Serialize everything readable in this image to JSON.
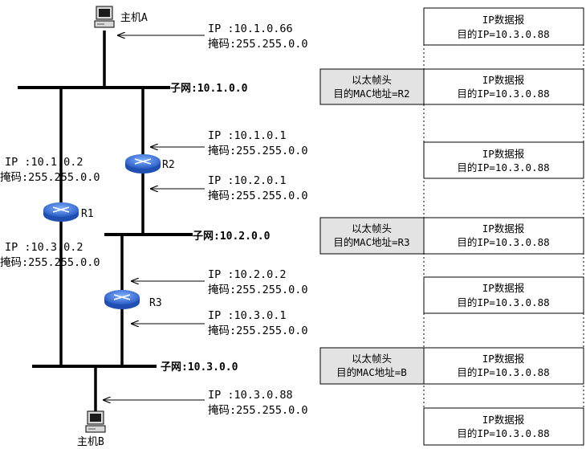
{
  "hosts": {
    "a": {
      "label": "主机A"
    },
    "b": {
      "label": "主机B"
    }
  },
  "routers": {
    "r1": {
      "label": "R1"
    },
    "r2": {
      "label": "R2"
    },
    "r3": {
      "label": "R3"
    }
  },
  "subnets": {
    "s1": "子网:10.1.0.0",
    "s2": "子网:10.2.0.0",
    "s3": "子网:10.3.0.0"
  },
  "interfaces": {
    "host_a": {
      "ip": "IP   :10.1.0.66",
      "mask": "掩码:255.255.0.0"
    },
    "r2_s1": {
      "ip": "IP   :10.1.0.1",
      "mask": "掩码:255.255.0.0"
    },
    "r2_s2": {
      "ip": "IP   :10.2.0.1",
      "mask": "掩码:255.255.0.0"
    },
    "r1_s1": {
      "ip": "IP   :10.1.0.2",
      "mask": "掩码:255.255.0.0"
    },
    "r1_s3": {
      "ip": "IP   :10.3.0.2",
      "mask": "掩码:255.255.0.0"
    },
    "r3_s2": {
      "ip": "IP   :10.2.0.2",
      "mask": "掩码:255.255.0.0"
    },
    "r3_s3": {
      "ip": "IP   :10.3.0.1",
      "mask": "掩码:255.255.0.0"
    },
    "host_b": {
      "ip": "IP   :10.3.0.88",
      "mask": "掩码:255.255.0.0"
    }
  },
  "packets": {
    "ip_title": "IP数据报",
    "ip_dest": "目的IP=10.3.0.88",
    "eth_title": "以太帧头",
    "eth_r2": "目的MAC地址=R2",
    "eth_r3": "目的MAC地址=R3",
    "eth_b": "目的MAC地址=B"
  },
  "colors": {
    "router": "#3a6fd8",
    "frame_header_bg": "#e3e3e3",
    "line": "#000000"
  }
}
